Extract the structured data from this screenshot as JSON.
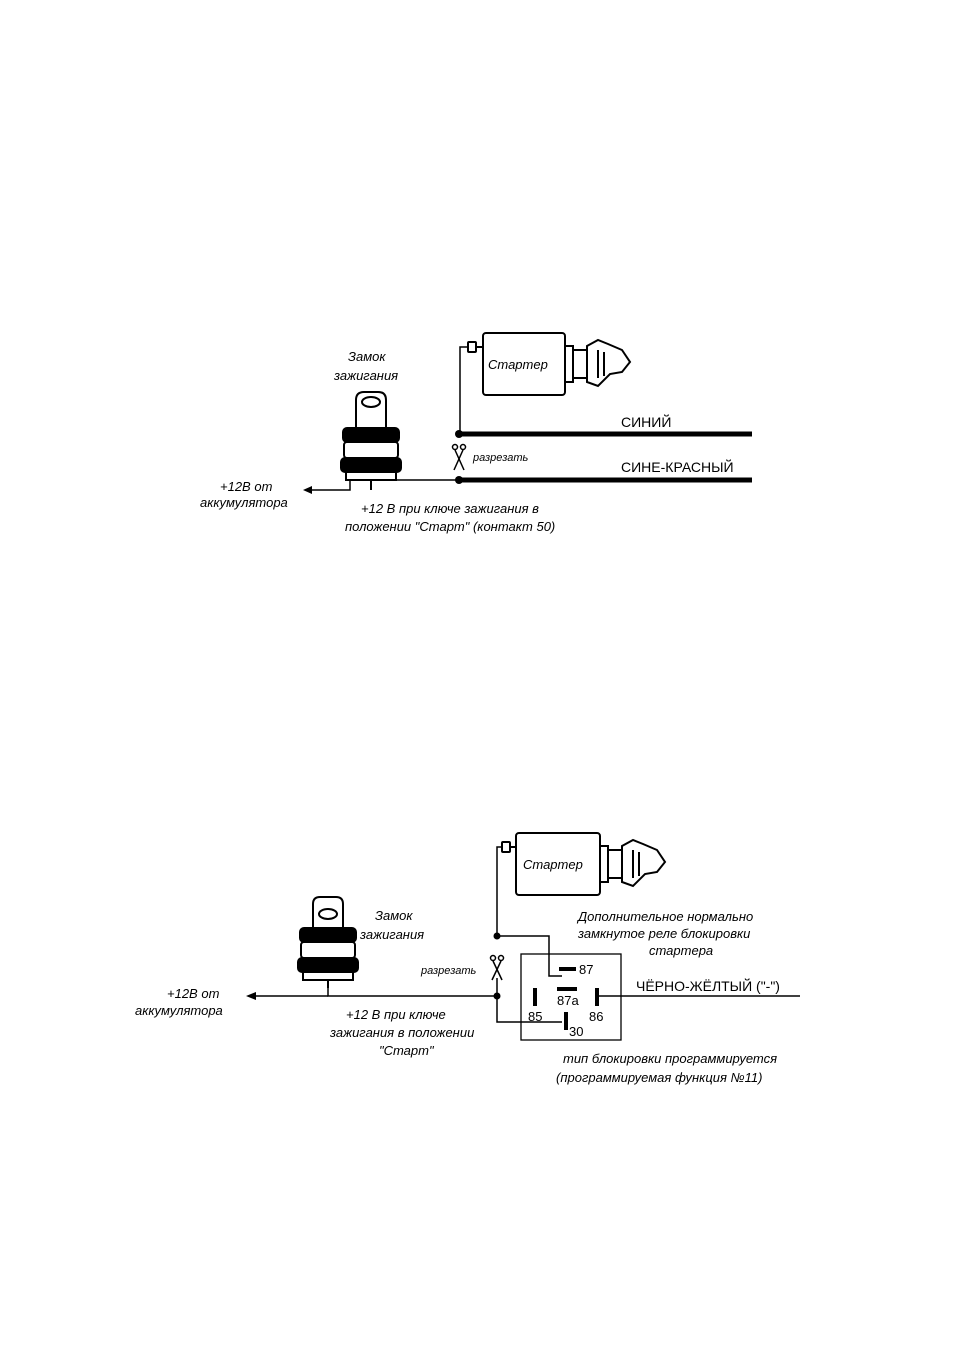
{
  "diagram1": {
    "ignition_lock": [
      "Замок",
      "зажигания"
    ],
    "starter": "Стартер",
    "battery": [
      "+12В от",
      "аккумулятора"
    ],
    "cut": "разрезать",
    "wire_blue": "СИНИЙ",
    "wire_blue_red": "СИНЕ-КРАСНЫЙ",
    "start_note": [
      "+12 В при ключе зажигания в",
      "положении \"Старт\" (контакт 50)"
    ]
  },
  "diagram2": {
    "ignition_lock": [
      "Замок",
      "зажигания"
    ],
    "starter": "Стартер",
    "battery": [
      "+12В от",
      "аккумулятора"
    ],
    "cut": "разрезать",
    "relay_note": [
      "Дополнительное нормально",
      "замкнутое реле блокировки",
      "стартера"
    ],
    "wire_black_yellow": "ЧЁРНО-ЖЁЛТЫЙ (\"-\")",
    "start_note": [
      "+12 В при ключе",
      "зажигания в положении",
      "\"Старт\""
    ],
    "relay_pins": {
      "p87": "87",
      "p87a": "87a",
      "p85": "85",
      "p86": "86",
      "p30": "30"
    },
    "program_note": [
      "тип блокировки программируется",
      "(программируемая функция №11)"
    ]
  }
}
